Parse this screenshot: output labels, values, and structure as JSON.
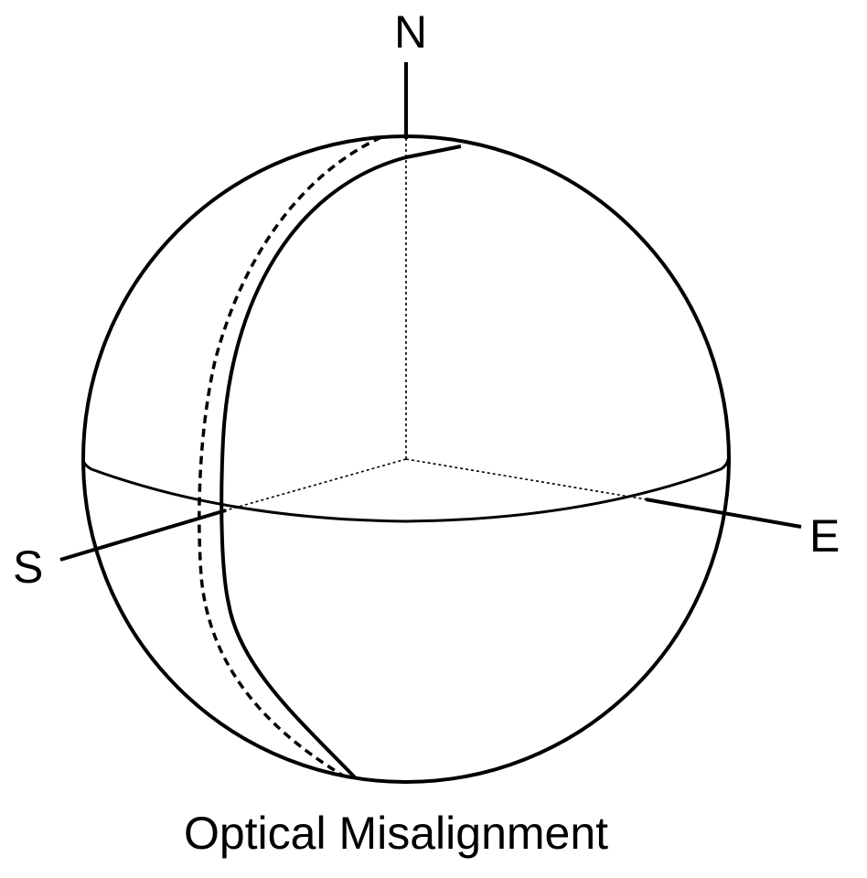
{
  "diagram": {
    "labels": {
      "north": "N",
      "south": "S",
      "east": "E"
    },
    "caption": "Optical Misalignment",
    "colors": {
      "line": "#000000",
      "background": "#ffffff"
    }
  }
}
